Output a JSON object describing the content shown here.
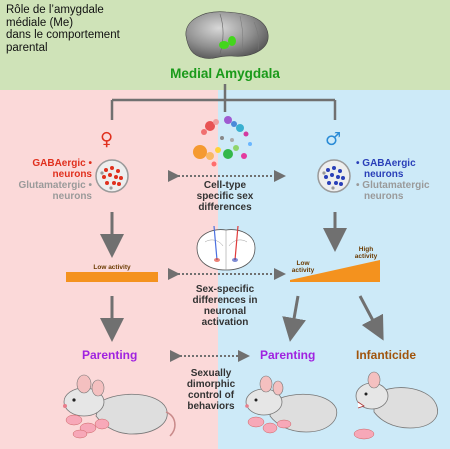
{
  "header": {
    "title_lines": [
      "Rôle de l’amygdale",
      "médiale (Me)",
      "dans le comportement",
      "parental"
    ],
    "region_label": "Medial Amygdala"
  },
  "female": {
    "symbol": "♀",
    "gaba_label": [
      "GABAergic",
      "neurons"
    ],
    "glut_label": [
      "Glutamatergic",
      "neurons"
    ],
    "activity_label": "Low activity",
    "behavior": "Parenting"
  },
  "male": {
    "symbol": "♂",
    "gaba_label": [
      "GABAergic",
      "neurons"
    ],
    "glut_label": [
      "Glutamatergic",
      "neurons"
    ],
    "activity_low_label": "Low activity",
    "activity_high_label": "High activity",
    "behavior_parenting": "Parenting",
    "behavior_infanticide": "Infanticide"
  },
  "center": {
    "celltype": [
      "Cell-type",
      "specific sex",
      "differences"
    ],
    "activation": [
      "Sex-specific",
      "differences in",
      "neuronal",
      "activation"
    ],
    "control": [
      "Sexually",
      "dimorphic",
      "control of",
      "behaviors"
    ]
  },
  "colors": {
    "header_bg": "#cfe3b8",
    "female_bg": "#fbd9d9",
    "male_bg": "#cdeaf8",
    "accent_green": "#1a9a1a",
    "bar_orange": "#f4921e",
    "arrow_gray": "#707070",
    "female_red": "#e0301e",
    "male_blue": "#2a3fb8",
    "purple": "#a022e0",
    "brown": "#a0540c"
  }
}
